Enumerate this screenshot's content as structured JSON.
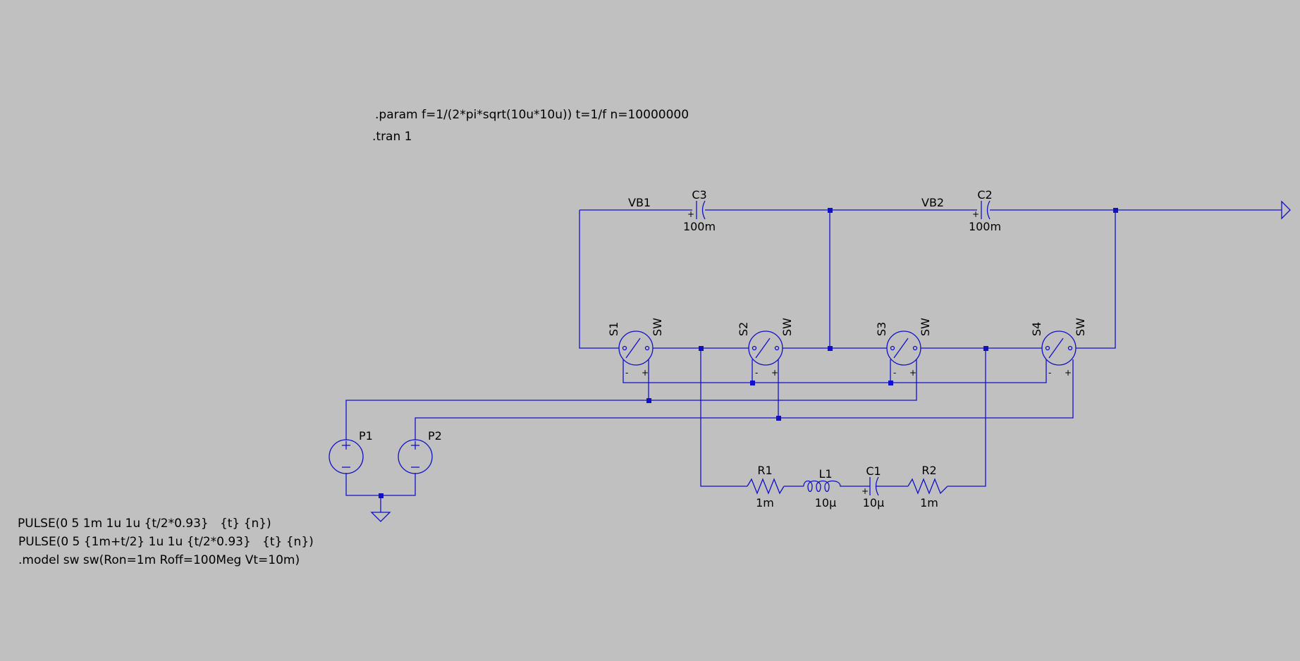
{
  "colors": {
    "background": "#c0c0c0",
    "wire": "#1010c8",
    "text": "#000000"
  },
  "directives": {
    "param": ".param f=1/(2*pi*sqrt(10u*10u)) t=1/f n=10000000",
    "tran": ".tran 1",
    "pulse1": "PULSE(0 5 1m 1u 1u {t/2*0.93}   {t} {n})",
    "pulse2": "PULSE(0 5 {1m+t/2} 1u 1u {t/2*0.93}   {t} {n})",
    "model": ".model sw sw(Ron=1m Roff=100Meg Vt=10m)"
  },
  "nets": {
    "vb1": "VB1",
    "vb2": "VB2"
  },
  "components": {
    "c3": {
      "name": "C3",
      "value": "100m"
    },
    "c2": {
      "name": "C2",
      "value": "100m"
    },
    "s1": {
      "name": "S1",
      "model": "SW"
    },
    "s2": {
      "name": "S2",
      "model": "SW"
    },
    "s3": {
      "name": "S3",
      "model": "SW"
    },
    "s4": {
      "name": "S4",
      "model": "SW"
    },
    "p1": {
      "name": "P1"
    },
    "p2": {
      "name": "P2"
    },
    "r1": {
      "name": "R1",
      "value": "1m"
    },
    "l1": {
      "name": "L1",
      "value": "10µ"
    },
    "c1": {
      "name": "C1",
      "value": "10µ"
    },
    "r2": {
      "name": "R2",
      "value": "1m"
    }
  },
  "icons": [
    "voltage-source-icon",
    "ground-icon",
    "switch-icon",
    "capacitor-icon",
    "resistor-icon",
    "inductor-icon",
    "output-arrow-icon"
  ]
}
